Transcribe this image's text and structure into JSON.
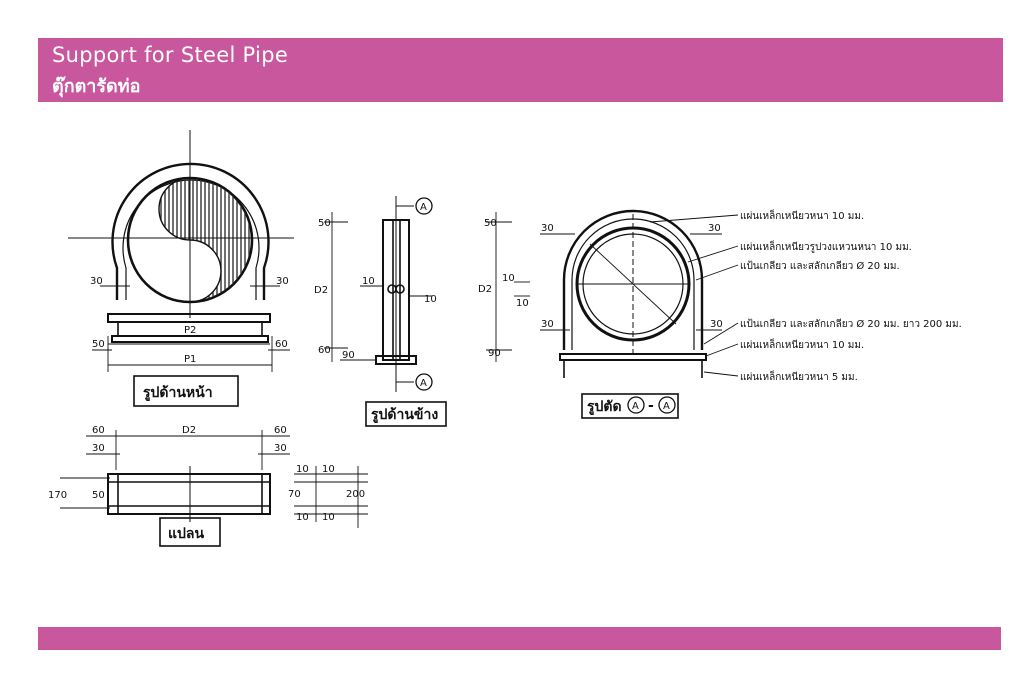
{
  "header": {
    "title": "Support for Steel Pipe",
    "subtitle": "ตุ๊กตารัดท่อ"
  },
  "colors": {
    "band": "#c8579e",
    "line": "#111111",
    "hatch": "#333333"
  },
  "views": {
    "front_label": "รูปด้านหน้า",
    "side_label": "รูปด้านข้าง",
    "section_label": "รูปตัด",
    "section_mark": "A",
    "section_dash": "-",
    "plan_label": "แปลน"
  },
  "dims": {
    "front": {
      "left_30": "30",
      "right_30": "30",
      "p2": "P2",
      "left_50": "50",
      "right_60": "60",
      "p1": "P1"
    },
    "side": {
      "d_50": "50",
      "d2": "D2",
      "d_10a": "10",
      "d_10b": "10",
      "d_60": "60",
      "d_90": "90",
      "mark": "A"
    },
    "section": {
      "d_50": "50",
      "d2": "D2",
      "d_10a": "10",
      "d_10b": "10",
      "d_90": "90",
      "left_30a": "30",
      "right_30a": "30",
      "left_30b": "30",
      "right_30b": "30"
    },
    "plan": {
      "left_60": "60",
      "d2": "D2",
      "right_60": "60",
      "left_30": "30",
      "right_30": "30",
      "d_170": "170",
      "d_50": "50",
      "d_10a": "10",
      "d_10b": "10",
      "d_70": "70",
      "d_200": "200",
      "d_10c": "10",
      "d_10d": "10"
    }
  },
  "notes": [
    "แผ่นเหล็กเหนียวหนา 10 มม.",
    "แผ่นเหล็กเหนียวรูปวงแหวนหนา 10 มม.",
    "แป้นเกลียว และสลักเกลียว Ø 20 มม.",
    "แป้นเกลียว และสลักเกลียว Ø 20 มม. ยาว 200 มม.",
    "แผ่นเหล็กเหนียวหนา 10 มม.",
    "แผ่นเหล็กเหนียวหนา 5 มม."
  ]
}
